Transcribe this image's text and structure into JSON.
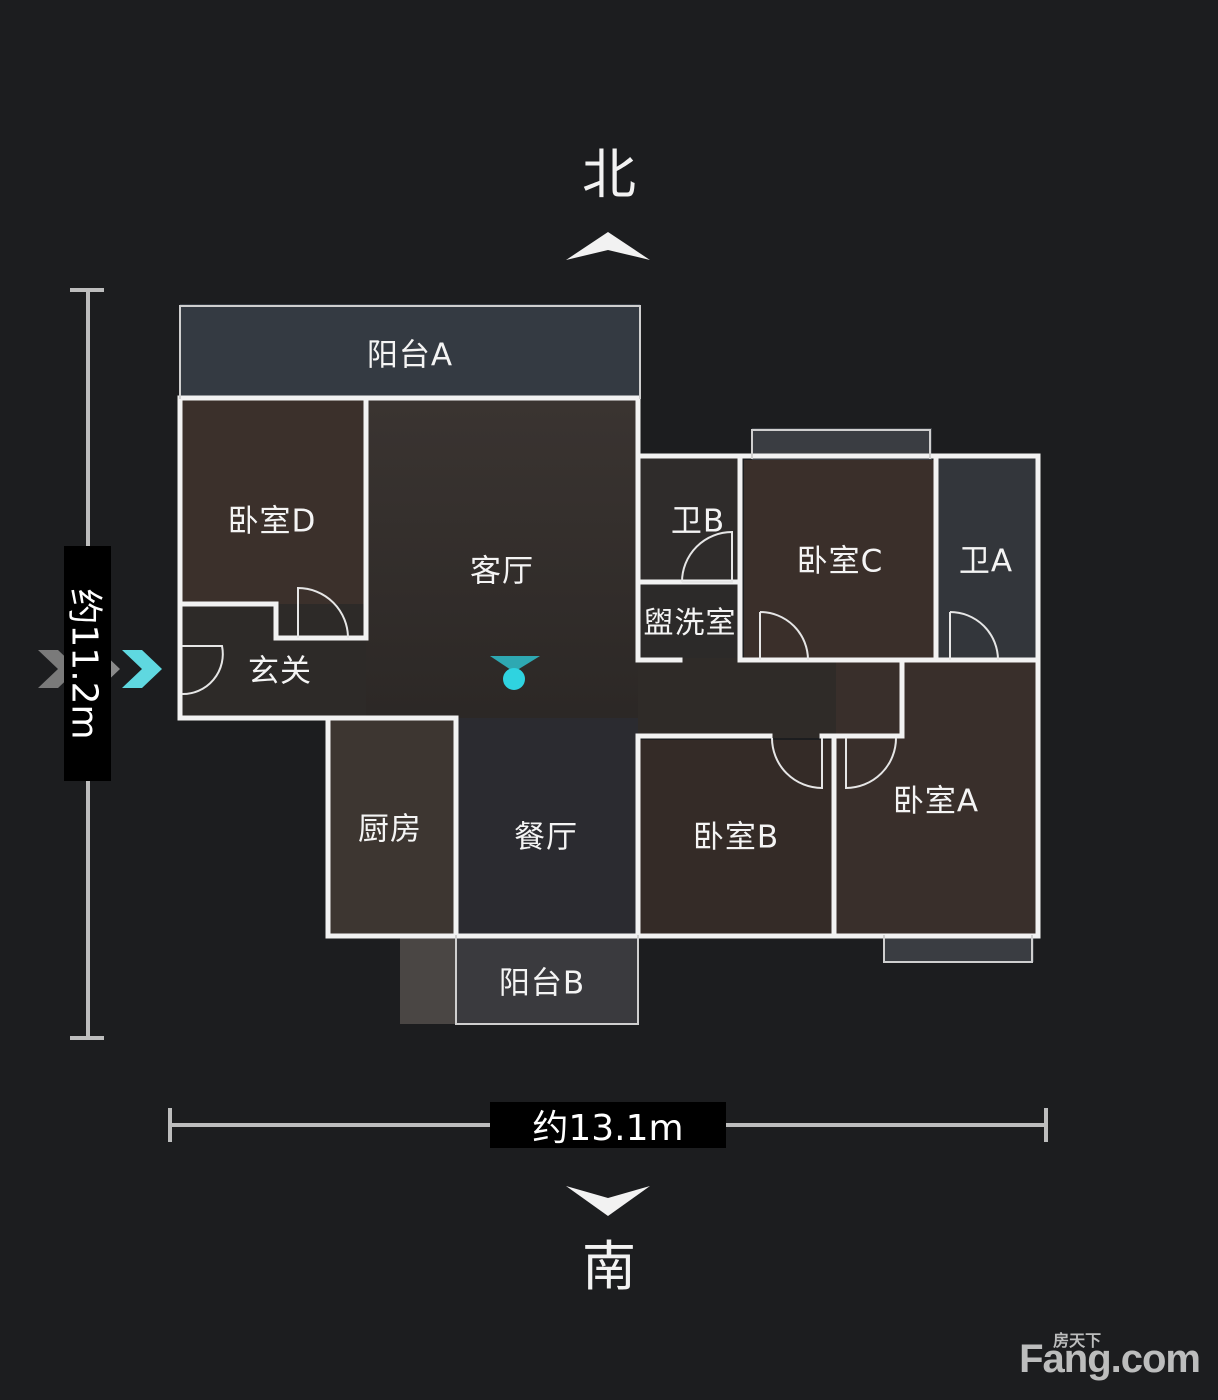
{
  "compass": {
    "north": "北",
    "south": "南"
  },
  "dimensions": {
    "width": "约13.1m",
    "height": "约11.2m"
  },
  "rooms": {
    "balcony_a": "阳台A",
    "bedroom_d": "卧室D",
    "living_room": "客厅",
    "entrance": "玄关",
    "bath_b": "卫B",
    "washroom": "盥洗室",
    "bedroom_c": "卧室C",
    "bath_a": "卫A",
    "kitchen": "厨房",
    "dining_room": "餐厅",
    "bedroom_b": "卧室B",
    "bedroom_a": "卧室A",
    "balcony_b": "阳台B"
  },
  "colors": {
    "background": "#1c1d1f",
    "wall": "#f2f2f2",
    "floor": "#2f2a27",
    "position_marker": "#2fd3e0",
    "entry_arrow_active": "#5fd8e0"
  },
  "watermark": {
    "brand": "Fang.com",
    "brand_cn": "房天下"
  }
}
